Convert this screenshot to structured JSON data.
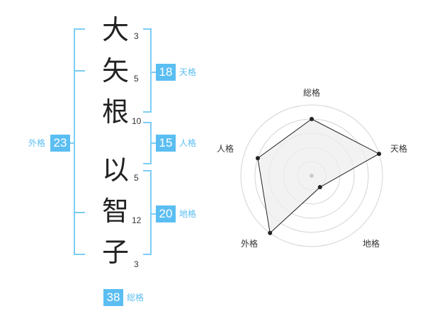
{
  "colors": {
    "accent": "#5bbef2",
    "bracket": "#7ccdf6",
    "text": "#222222",
    "radar_fill": "#eeeeee",
    "radar_ring": "#d4d4d4",
    "radar_line": "#222222"
  },
  "name": {
    "surname": [
      {
        "char": "大",
        "strokes": "3"
      },
      {
        "char": "矢",
        "strokes": "5"
      },
      {
        "char": "根",
        "strokes": "10"
      }
    ],
    "given": [
      {
        "char": "以",
        "strokes": "5"
      },
      {
        "char": "智",
        "strokes": "12"
      },
      {
        "char": "子",
        "strokes": "3"
      }
    ]
  },
  "fortune": {
    "tenkaku": {
      "value": "18",
      "label": "天格"
    },
    "jinkaku": {
      "value": "15",
      "label": "人格"
    },
    "chikaku": {
      "value": "20",
      "label": "地格"
    },
    "gaikaku": {
      "value": "23",
      "label": "外格"
    },
    "soukaku": {
      "value": "38",
      "label": "総格"
    }
  },
  "chart_data": {
    "type": "radar",
    "axes": [
      "総格",
      "天格",
      "地格",
      "外格",
      "人格"
    ],
    "rings": 5,
    "range": [
      0,
      5
    ],
    "values": [
      4,
      5,
      1,
      5,
      4
    ]
  }
}
